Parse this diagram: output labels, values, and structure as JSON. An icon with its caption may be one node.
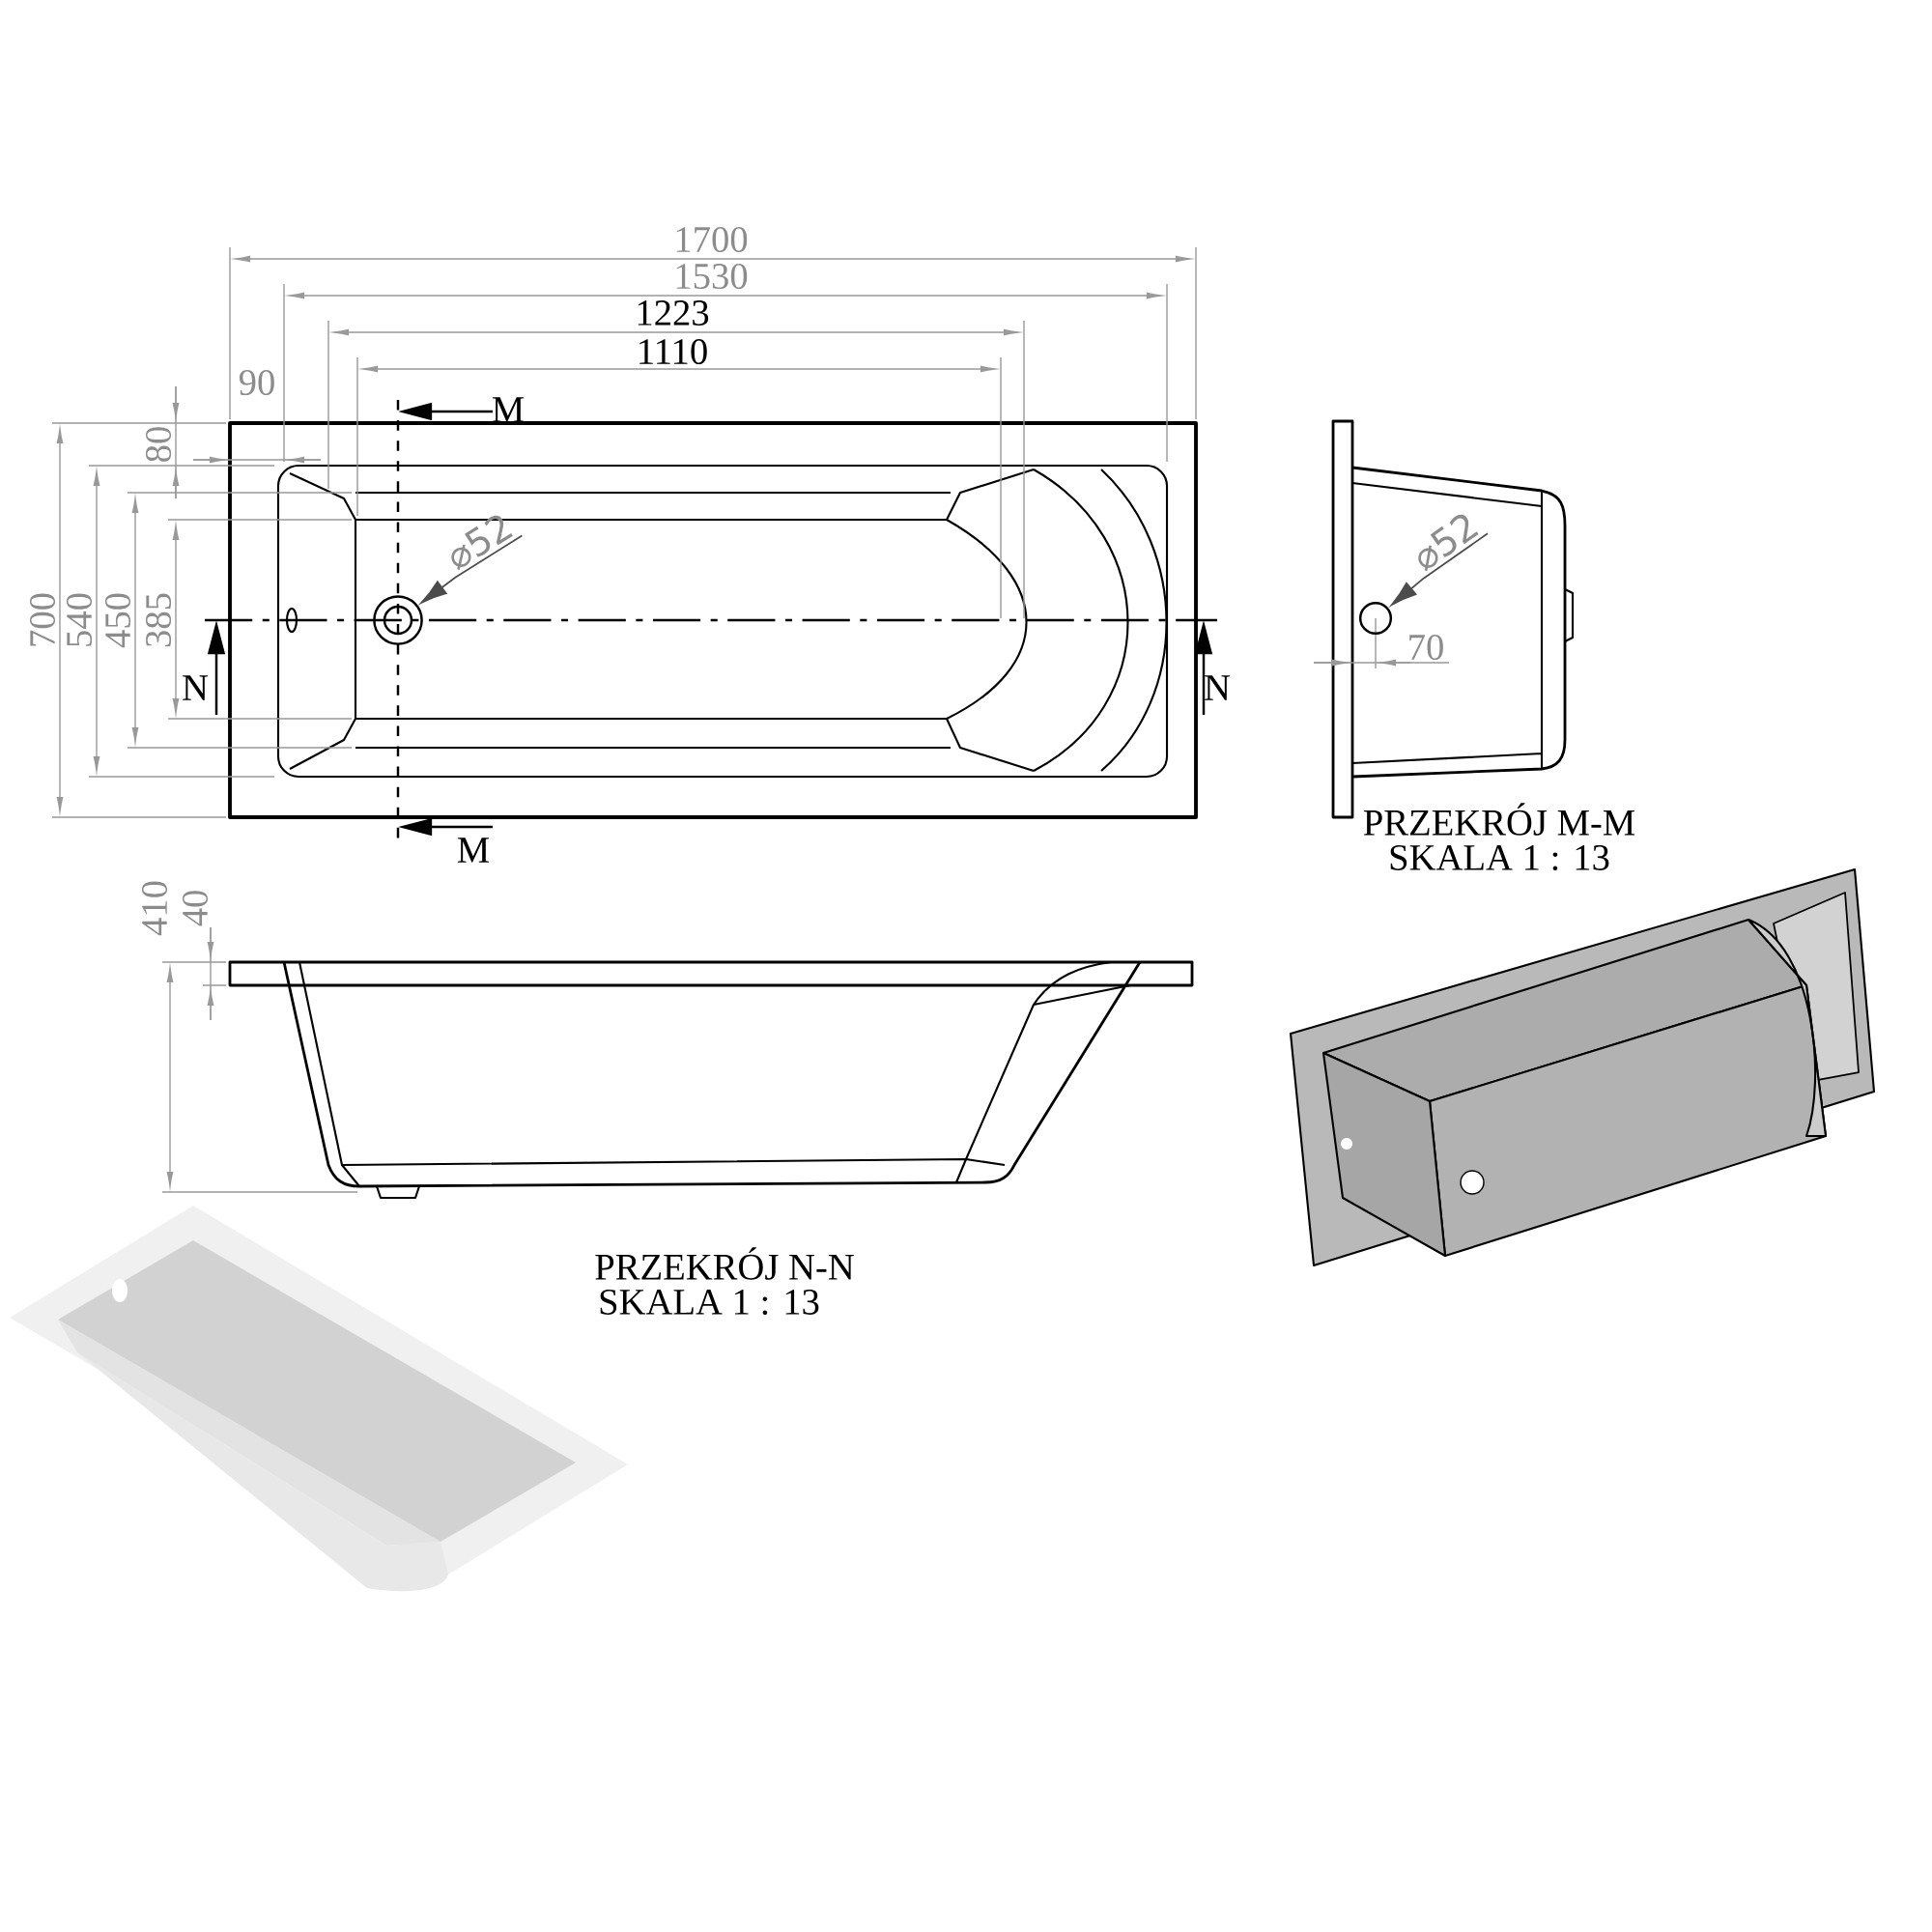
{
  "diagram": {
    "nodes": [
      {
        "text": [
          "⌀52"
        ]
      },
      {
        "text": [],
        "shape": "circle"
      },
      {
        "text": [
          "⌀52"
        ]
      },
      {
        "text": [],
        "shape": "circle"
      }
    ],
    "edges": [
      {
        "from": 0,
        "to": 1,
        "arrow": "to"
      },
      {
        "from": 2,
        "to": 3,
        "arrow": "to"
      }
    ],
    "labels": [
      "1700",
      "1530",
      "1223",
      "1110",
      "90",
      "M",
      "80",
      "700",
      "540",
      "450",
      "385",
      "N",
      "N",
      "M",
      "PRZEKRÓJ M-M",
      "SKALA 1 : 13",
      "70",
      "410",
      "40",
      "PRZEKRÓJ N-N",
      "SKALA 1 : 13"
    ]
  }
}
